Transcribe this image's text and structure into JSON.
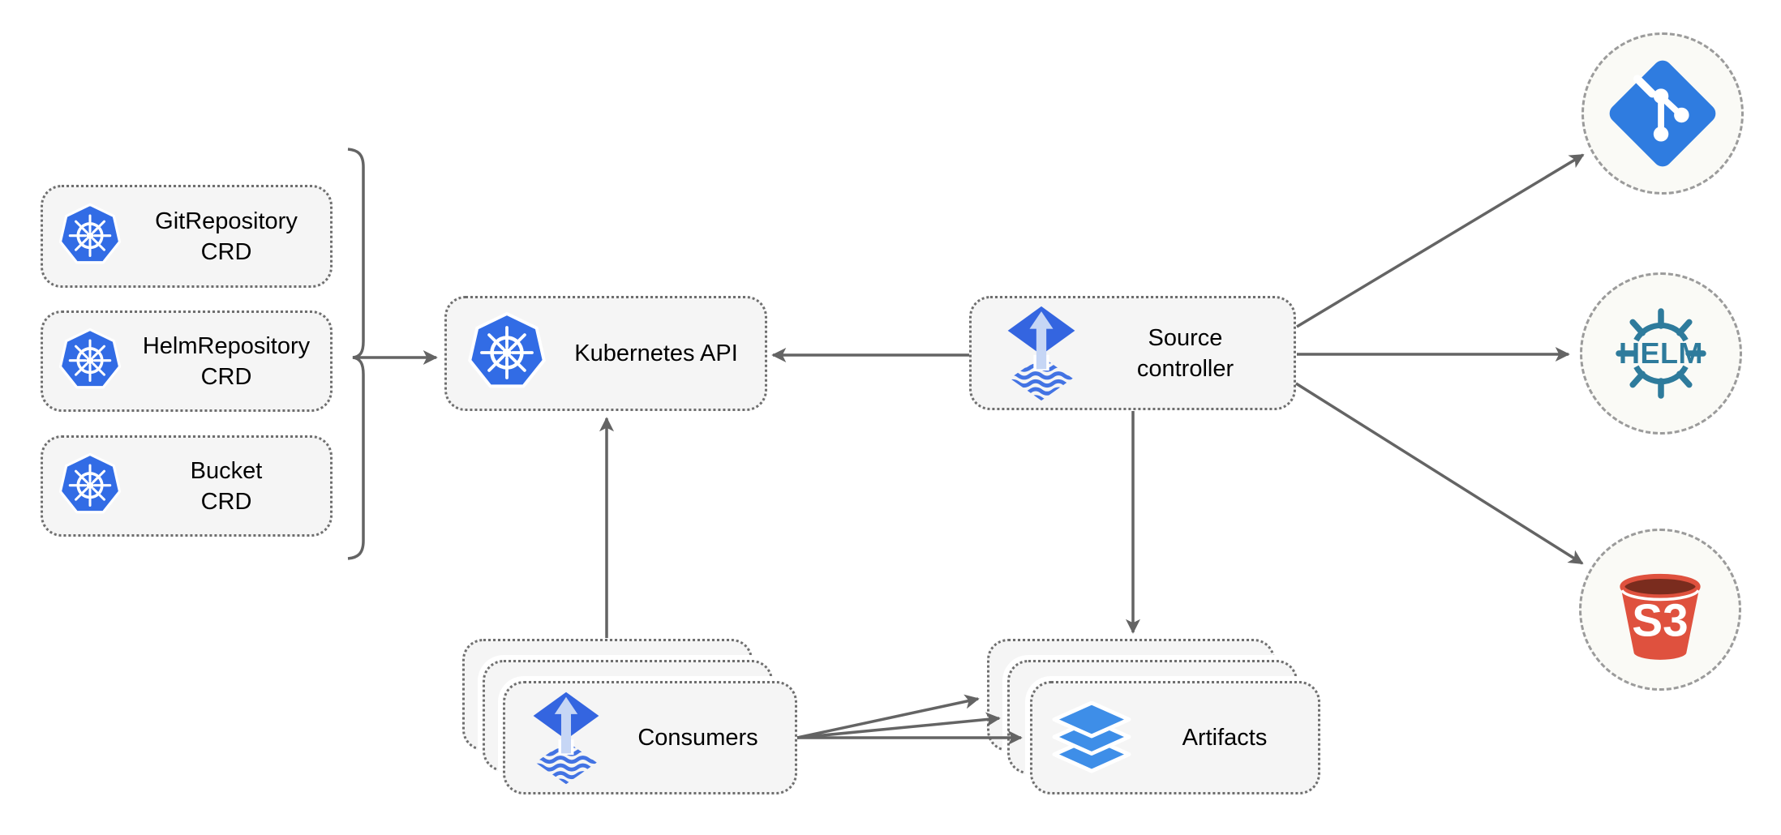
{
  "diagram": {
    "name": "source-controller-architecture",
    "background": "#ffffff"
  },
  "colors": {
    "box_fill": "#f5f5f5",
    "box_border": "#6e6e6e",
    "connector_gray": "#646464",
    "kubernetes_blue": "#326ce5",
    "flux_blue": "#3465e0",
    "flux_arrow_light": "#c6d6f5",
    "flux_wave_blue": "#4373e3",
    "git_blue": "#2f7ce0",
    "helm_teal": "#2e7b9c",
    "s3_red": "#df513e",
    "s3_dark_red": "#7a2c1e",
    "layers_blue": "#3e8ee8",
    "circle_fill": "#fafaf6",
    "circle_border": "#9b9b9b"
  },
  "nodes": {
    "crd_boxes": [
      {
        "line1": "GitRepository",
        "line2": "CRD",
        "icon": "kubernetes"
      },
      {
        "line1": "HelmRepository",
        "line2": "CRD",
        "icon": "kubernetes"
      },
      {
        "line1": "Bucket",
        "line2": "CRD",
        "icon": "kubernetes"
      }
    ],
    "kubernetes_api": {
      "label": "Kubernetes API",
      "icon": "kubernetes"
    },
    "source_controller": {
      "line1": "Source",
      "line2": "controller",
      "icon": "flux"
    },
    "consumers": {
      "label": "Consumers",
      "icon": "flux",
      "stacked": 3
    },
    "artifacts": {
      "label": "Artifacts",
      "icon": "layers",
      "stacked": 3
    },
    "external_sources": [
      {
        "name": "git",
        "icon": "git-logo",
        "text": ""
      },
      {
        "name": "helm",
        "icon": "helm-logo",
        "text": "HELM"
      },
      {
        "name": "s3",
        "icon": "s3-bucket",
        "text": "S3"
      }
    ]
  },
  "edges": [
    {
      "from": "crd-group-bracket",
      "to": "kubernetes-api",
      "type": "arrow"
    },
    {
      "from": "source-controller",
      "to": "kubernetes-api",
      "type": "arrow"
    },
    {
      "from": "consumers",
      "to": "kubernetes-api",
      "type": "arrow"
    },
    {
      "from": "source-controller",
      "to": "artifacts",
      "type": "arrow"
    },
    {
      "from": "source-controller",
      "to": "git",
      "type": "arrow"
    },
    {
      "from": "source-controller",
      "to": "helm",
      "type": "arrow"
    },
    {
      "from": "source-controller",
      "to": "s3",
      "type": "arrow"
    },
    {
      "from": "consumers",
      "to": "artifacts",
      "type": "arrow",
      "count": 3
    }
  ]
}
